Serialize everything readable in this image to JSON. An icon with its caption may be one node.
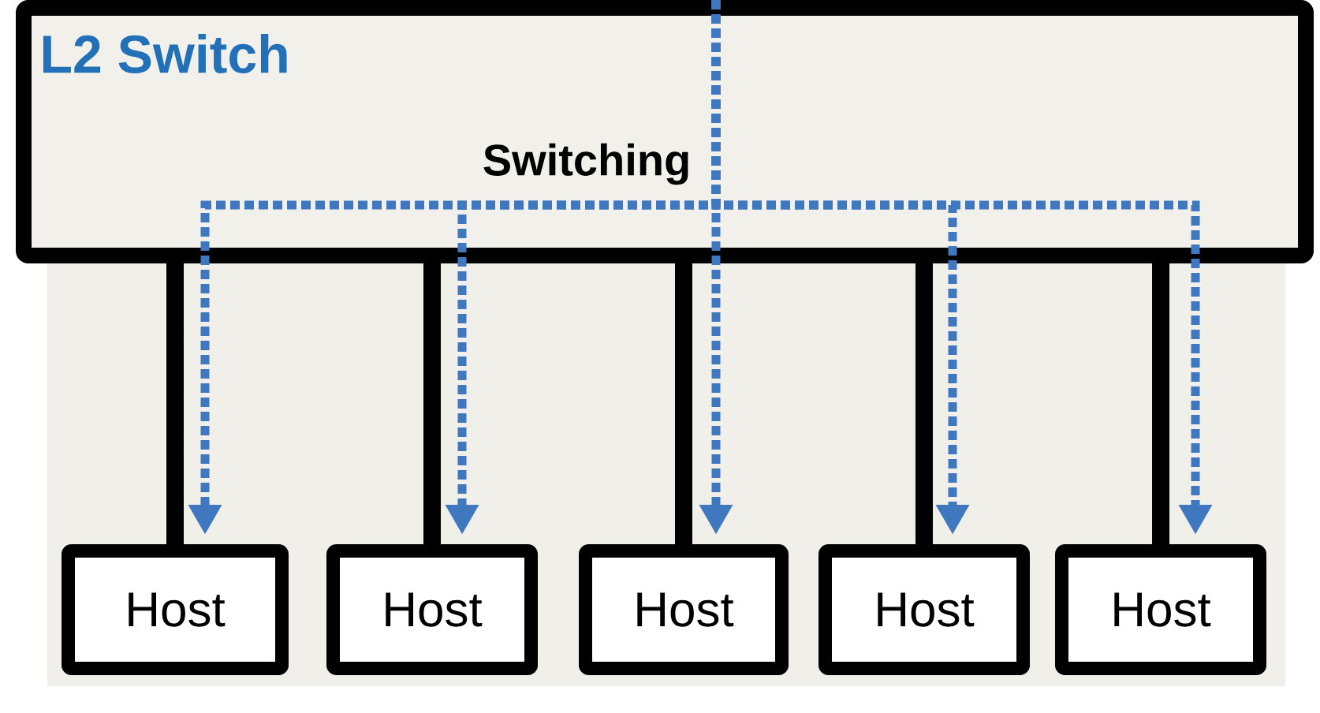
{
  "diagram": {
    "nodes": [
      {
        "text": [
          "L2 Switch",
          "Switching"
        ]
      },
      {
        "text": [
          "Host"
        ]
      },
      {
        "text": [
          "Host"
        ]
      },
      {
        "text": [
          "Host"
        ]
      },
      {
        "text": [
          "Host"
        ]
      },
      {
        "text": [
          "Host"
        ]
      }
    ],
    "edges": [
      {
        "from": 0,
        "to": 1,
        "arrow": "none",
        "style": "thick"
      },
      {
        "from": 0,
        "to": 2,
        "arrow": "none",
        "style": "thick"
      },
      {
        "from": 0,
        "to": 3,
        "arrow": "none",
        "style": "thick"
      },
      {
        "from": 0,
        "to": 4,
        "arrow": "none",
        "style": "thick"
      },
      {
        "from": 0,
        "to": 5,
        "arrow": "none",
        "style": "thick"
      },
      {
        "from": 0,
        "to": 1,
        "arrow": "to",
        "style": "dashed",
        "color": "#3f78bf"
      },
      {
        "from": 0,
        "to": 2,
        "arrow": "to",
        "style": "dashed",
        "color": "#3f78bf"
      },
      {
        "from": 0,
        "to": 3,
        "arrow": "to",
        "style": "dashed",
        "color": "#3f78bf"
      },
      {
        "from": 0,
        "to": 4,
        "arrow": "to",
        "style": "dashed",
        "color": "#3f78bf"
      },
      {
        "from": 0,
        "to": 5,
        "arrow": "to",
        "style": "dashed",
        "color": "#3f78bf"
      }
    ]
  }
}
